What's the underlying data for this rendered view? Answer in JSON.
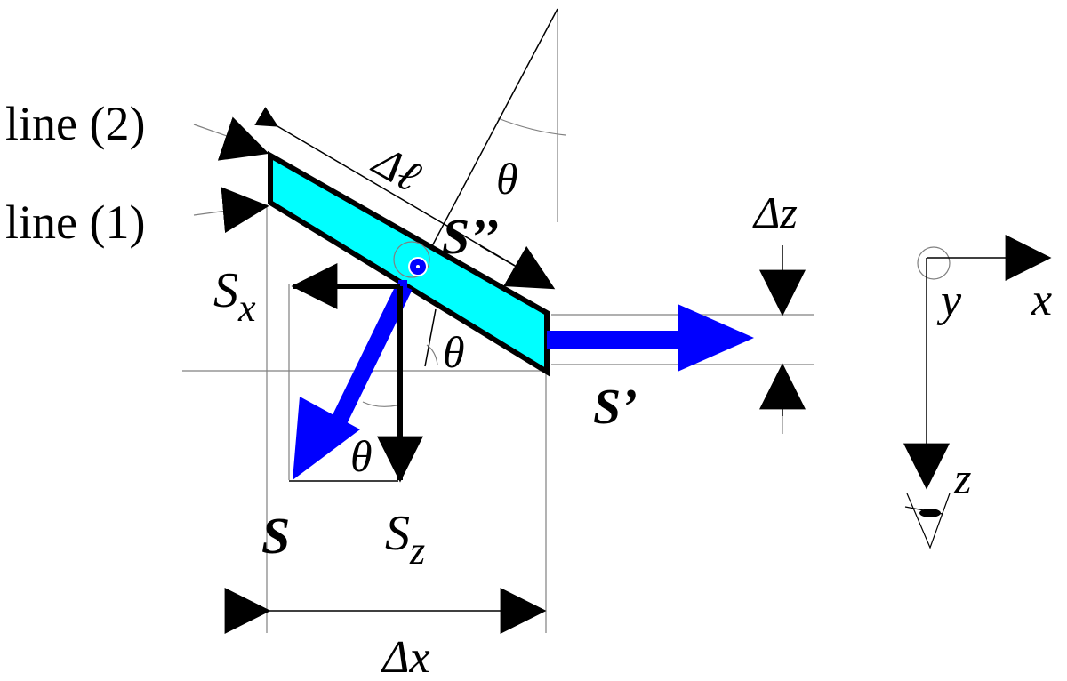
{
  "labels": {
    "line2": "line (2)",
    "line1": "line (1)",
    "delta_l": "Δℓ",
    "theta_top": "θ",
    "s_double_prime": "S’’",
    "delta_z": "Δz",
    "s_x_main": "S",
    "s_x_sub": "x",
    "theta_mid": "θ",
    "s_prime": "S’",
    "theta_bottom": "θ",
    "s": "S",
    "s_z_main": "S",
    "s_z_sub": "z",
    "delta_x": "Δx",
    "axis_x": "x",
    "axis_y": "y",
    "axis_z": "z"
  },
  "colors": {
    "plate_fill": "#00ffff",
    "vector_blue": "#0000ff",
    "line_black": "#000000",
    "guide_gray": "#808080"
  }
}
